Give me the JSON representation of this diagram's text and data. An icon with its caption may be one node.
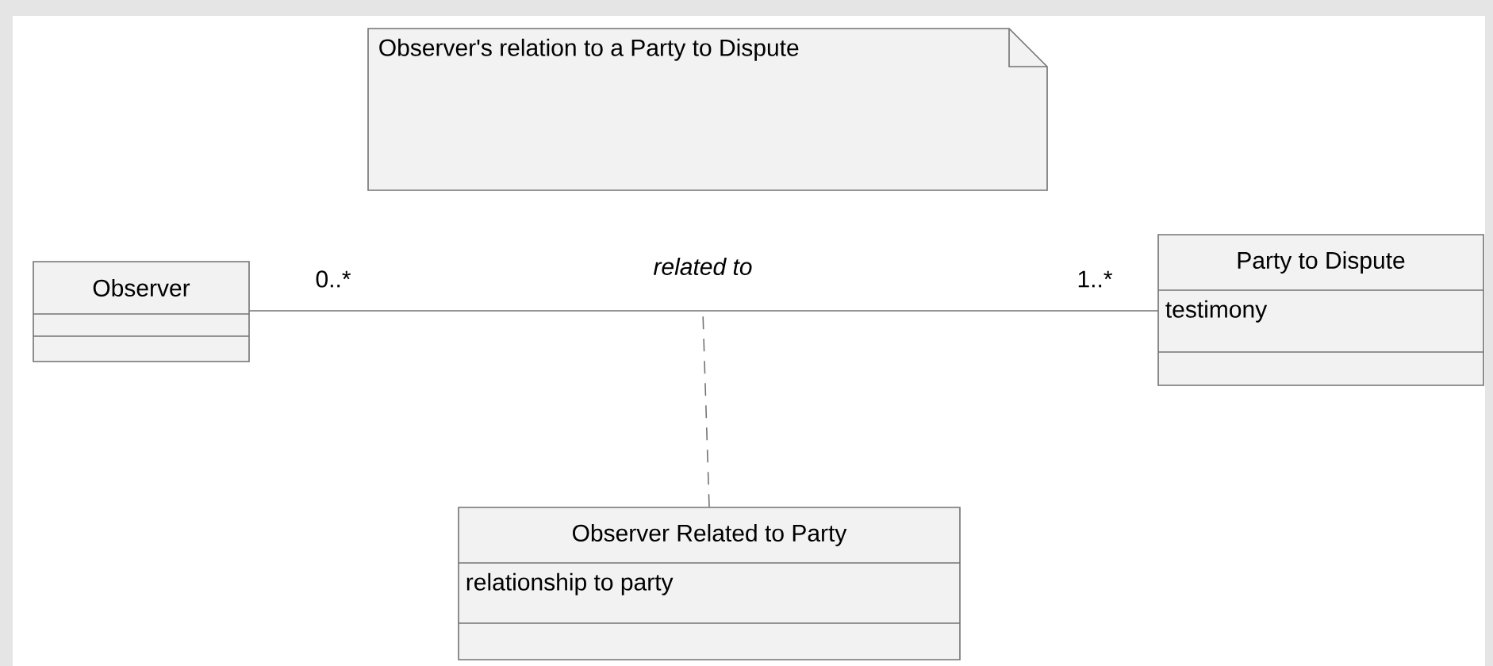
{
  "diagram": {
    "nodes": [
      {
        "text": [
          "Observer's relation to a Party to Dispute"
        ]
      },
      {
        "text": [
          "Observer"
        ]
      },
      {
        "text": [
          "Party to Dispute",
          "testimony"
        ]
      },
      {
        "text": [
          "Observer Related to Party",
          "relationship to party"
        ]
      }
    ],
    "edges": [
      {
        "from": 1,
        "to": 2,
        "arrow": "none",
        "label": "related to"
      },
      {
        "from": 3,
        "to": null,
        "arrow": "none",
        "style": "dashed"
      }
    ],
    "labels": [
      "0..*",
      "1..*"
    ]
  }
}
